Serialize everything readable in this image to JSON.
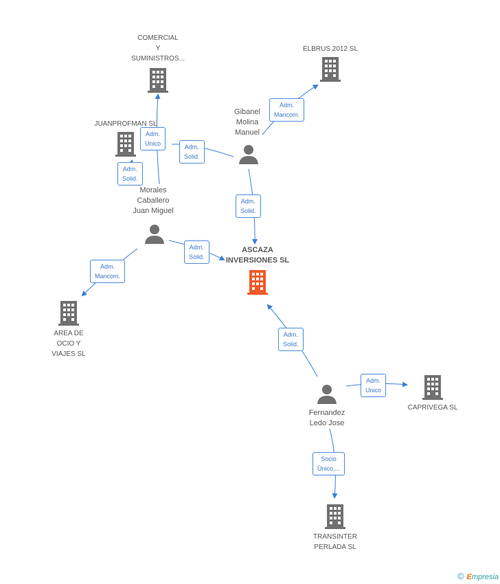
{
  "colors": {
    "edge": "#3a7fd5",
    "company_icon": "#707070",
    "main_icon": "#f05a28",
    "person_icon": "#707070"
  },
  "companies": [
    {
      "id": "comercial",
      "label": "COMERCIAL\nY\nSUMINISTROS..."
    },
    {
      "id": "elbrus",
      "label": "ELBRUS 2012 SL"
    },
    {
      "id": "juanprofman",
      "label": "JUANPROFMAN SL"
    },
    {
      "id": "ascaza",
      "label": "ASCAZA\nINVERSIONES SL"
    },
    {
      "id": "area",
      "label": "AREA DE\nOCIO Y\nVIAJES SL"
    },
    {
      "id": "caprivega",
      "label": "CAPRIVEGA SL"
    },
    {
      "id": "transinter",
      "label": "TRANSINTER\nPERLADA SL"
    }
  ],
  "persons": [
    {
      "id": "gibanel",
      "label": "Gibanel\nMolina\nManuel"
    },
    {
      "id": "morales",
      "label": "Morales\nCaballero\nJuan Miguel"
    },
    {
      "id": "fernandez",
      "label": "Fernandez\nLedo Jose"
    }
  ],
  "edges": [
    {
      "id": "e1",
      "label": "Adm.\nMancom."
    },
    {
      "id": "e2",
      "label": "Adm.\nSolid."
    },
    {
      "id": "e3",
      "label": "Adm.\nSolid."
    },
    {
      "id": "e4",
      "label": "Adm.\nUnico"
    },
    {
      "id": "e5",
      "label": "Adm.\nSolid."
    },
    {
      "id": "e6",
      "label": "Adm.\nSolid."
    },
    {
      "id": "e7",
      "label": "Adm.\nMancom."
    },
    {
      "id": "e8",
      "label": "Adm.\nSolid."
    },
    {
      "id": "e9",
      "label": "Adm.\nUnico"
    },
    {
      "id": "e10",
      "label": "Socio\nÚnico,..."
    }
  ],
  "footer": {
    "copyright": "©",
    "brand_first": "E",
    "brand_rest": "mpresia"
  }
}
